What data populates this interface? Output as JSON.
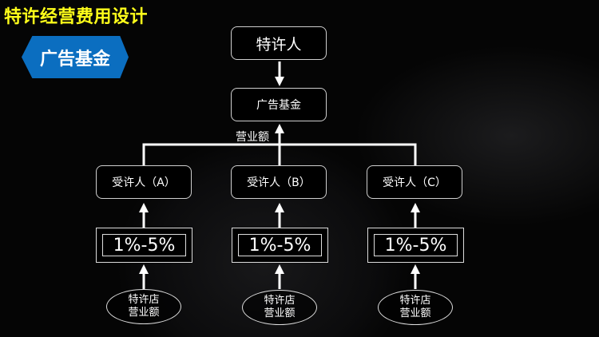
{
  "title": "特许经营费用设计",
  "section_badge": "广告基金",
  "diagram": {
    "franchisor": "特许人",
    "ad_fund": "广告基金",
    "revenue_label": "营业额",
    "franchisees": [
      {
        "label": "受许人（A）",
        "rate": "1%-5%",
        "source_line1": "特许店",
        "source_line2": "营业额"
      },
      {
        "label": "受许人（B）",
        "rate": "1%-5%",
        "source_line1": "特许店",
        "source_line2": "营业额"
      },
      {
        "label": "受许人（C）",
        "rate": "1%-5%",
        "source_line1": "特许店",
        "source_line2": "营业额"
      }
    ]
  }
}
